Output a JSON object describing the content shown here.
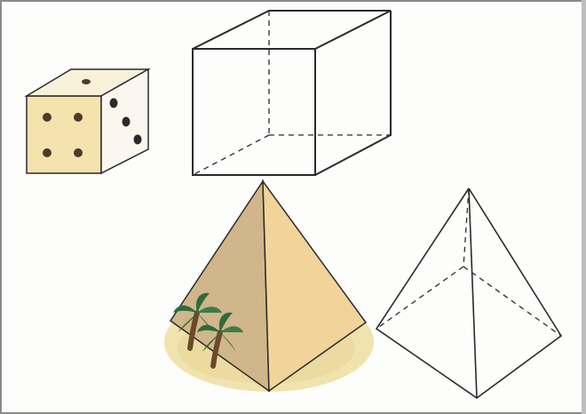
{
  "figure": {
    "panels": [
      {
        "name": "dice",
        "kind": "illustration"
      },
      {
        "name": "cube-wireframe",
        "kind": "line-drawing"
      },
      {
        "name": "pyramid",
        "kind": "illustration"
      },
      {
        "name": "pyramid-wireframe",
        "kind": "line-drawing"
      }
    ],
    "colors": {
      "border": "#8a8a8a",
      "line": "#2b2b2b",
      "dice_front": "#f4e3ad",
      "dice_top": "#f8f1d9",
      "dice_right": "#fbf7ee",
      "dice_pip": "#4a3b2a",
      "pyramid_left": "#d0b68a",
      "pyramid_right": "#f2d49a",
      "sand": "#f1e3ad",
      "palm_leaf": "#2f6b3a",
      "palm_trunk": "#6b4a2b"
    }
  }
}
